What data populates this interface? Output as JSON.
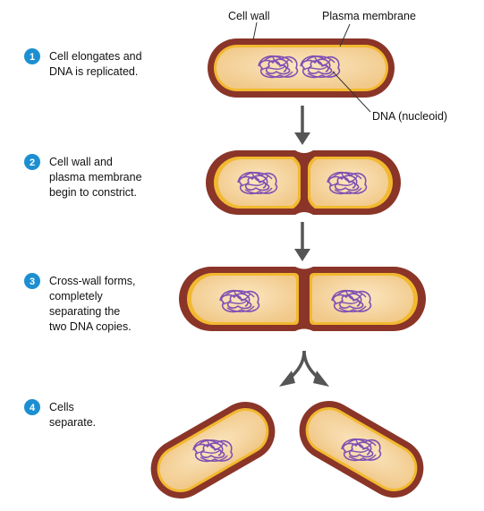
{
  "labels": {
    "cell_wall": "Cell wall",
    "plasma_membrane": "Plasma membrane",
    "dna": "DNA (nucleoid)"
  },
  "steps": [
    {
      "number": "1",
      "lines": [
        "Cell elongates and",
        "DNA is replicated."
      ]
    },
    {
      "number": "2",
      "lines": [
        "Cell wall and",
        "plasma membrane",
        "begin to constrict."
      ]
    },
    {
      "number": "3",
      "lines": [
        "Cross-wall forms,",
        "completely",
        "separating the",
        "two DNA copies."
      ]
    },
    {
      "number": "4",
      "lines": [
        "Cells",
        "separate."
      ]
    }
  ],
  "colors": {
    "cell_wall": "#8a3528",
    "membrane": "#f2b930",
    "cytoplasm": "#f6d6a0",
    "dna": "#7f4fb3",
    "badge": "#1d8fd1",
    "arrow": "#555555"
  }
}
